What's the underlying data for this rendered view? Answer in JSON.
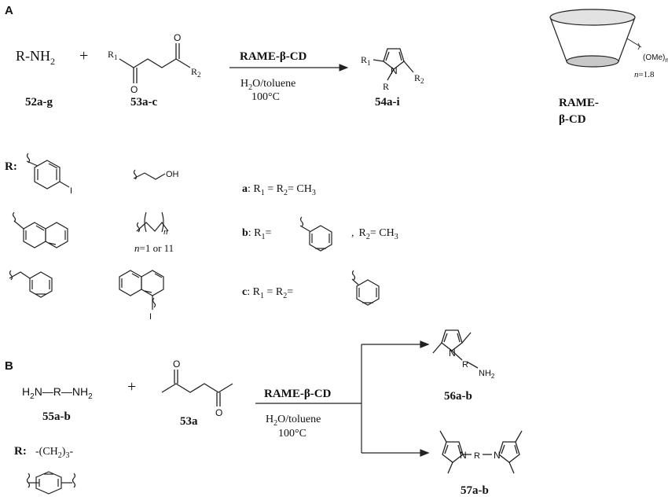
{
  "panel_a": {
    "label": "A",
    "amine": "R-NH",
    "amine_sub": "2",
    "amine_code": "52a-g",
    "plus": "+",
    "diketone_code": "53a-c",
    "diketone_O1": "O",
    "diketone_O2": "O",
    "diketone_R1": "R",
    "diketone_R1_sub": "1",
    "diketone_R2": "R",
    "diketone_R2_sub": "2",
    "catalyst": "RAME-β-CD",
    "solvent_pre": "H",
    "solvent_sub": "2",
    "solvent_post": "O/toluene",
    "temperature": "100°C",
    "pyrrole_R1": "R",
    "pyrrole_R1_sub": "1",
    "pyrrole_R2": "R",
    "pyrrole_R2_sub": "2",
    "pyrrole_N": "N",
    "pyrrole_R": "R",
    "product_code": "54a-i",
    "cd_label_1": "RAME-",
    "cd_label_2": "β-CD",
    "cd_substituent": "(OMe)",
    "cd_substituent_sub": "n",
    "cd_n_italic": "n",
    "cd_n_value": "=1.8"
  },
  "r_groups": {
    "title": "R:",
    "iodo_I": "I",
    "hydroxy_OH": "OH",
    "alkyl_n": "n",
    "alkyl_note_italic": "n",
    "alkyl_note": "=1 or 11",
    "naphthyl_I": "I"
  },
  "variants": {
    "a_label": "a",
    "a_text": ": R",
    "a_sub1": "1",
    "a_mid": " = R",
    "a_sub2": "2",
    "a_end": "= CH",
    "a_sub3": "3",
    "b_label": "b",
    "b_text": ": R",
    "b_sub1": "1",
    "b_eq": "=",
    "b_comma": ",",
    "b_r2": "R",
    "b_sub2": "2",
    "b_end": "= CH",
    "b_sub3": "3",
    "c_label": "c",
    "c_text": ": R",
    "c_sub1": "1",
    "c_mid": " = R",
    "c_sub2": "2",
    "c_end": "="
  },
  "panel_b": {
    "label": "B",
    "diamine_pre": "H",
    "diamine_sub1": "2",
    "diamine_mid": "N—R—NH",
    "diamine_sub2": "2",
    "diamine_code": "55a-b",
    "plus": "+",
    "diketone_code": "53a",
    "diketone_O1": "O",
    "diketone_O2": "O",
    "catalyst": "RAME-β-CD",
    "solvent_pre": "H",
    "solvent_sub": "2",
    "solvent_post": "O/toluene",
    "temperature": "100°C",
    "r_title": "R:",
    "r_chain_pre": "-(CH",
    "r_chain_sub1": "2",
    "r_chain_post": ")",
    "r_chain_sub2": "3",
    "r_chain_end": "-",
    "product1_N": "N",
    "product1_R": "R",
    "product1_NH": "NH",
    "product1_NH_sub": "2",
    "product1_code": "56a-b",
    "product2_N1": "N",
    "product2_R": "R",
    "product2_N2": "N",
    "product2_code": "57a-b"
  }
}
